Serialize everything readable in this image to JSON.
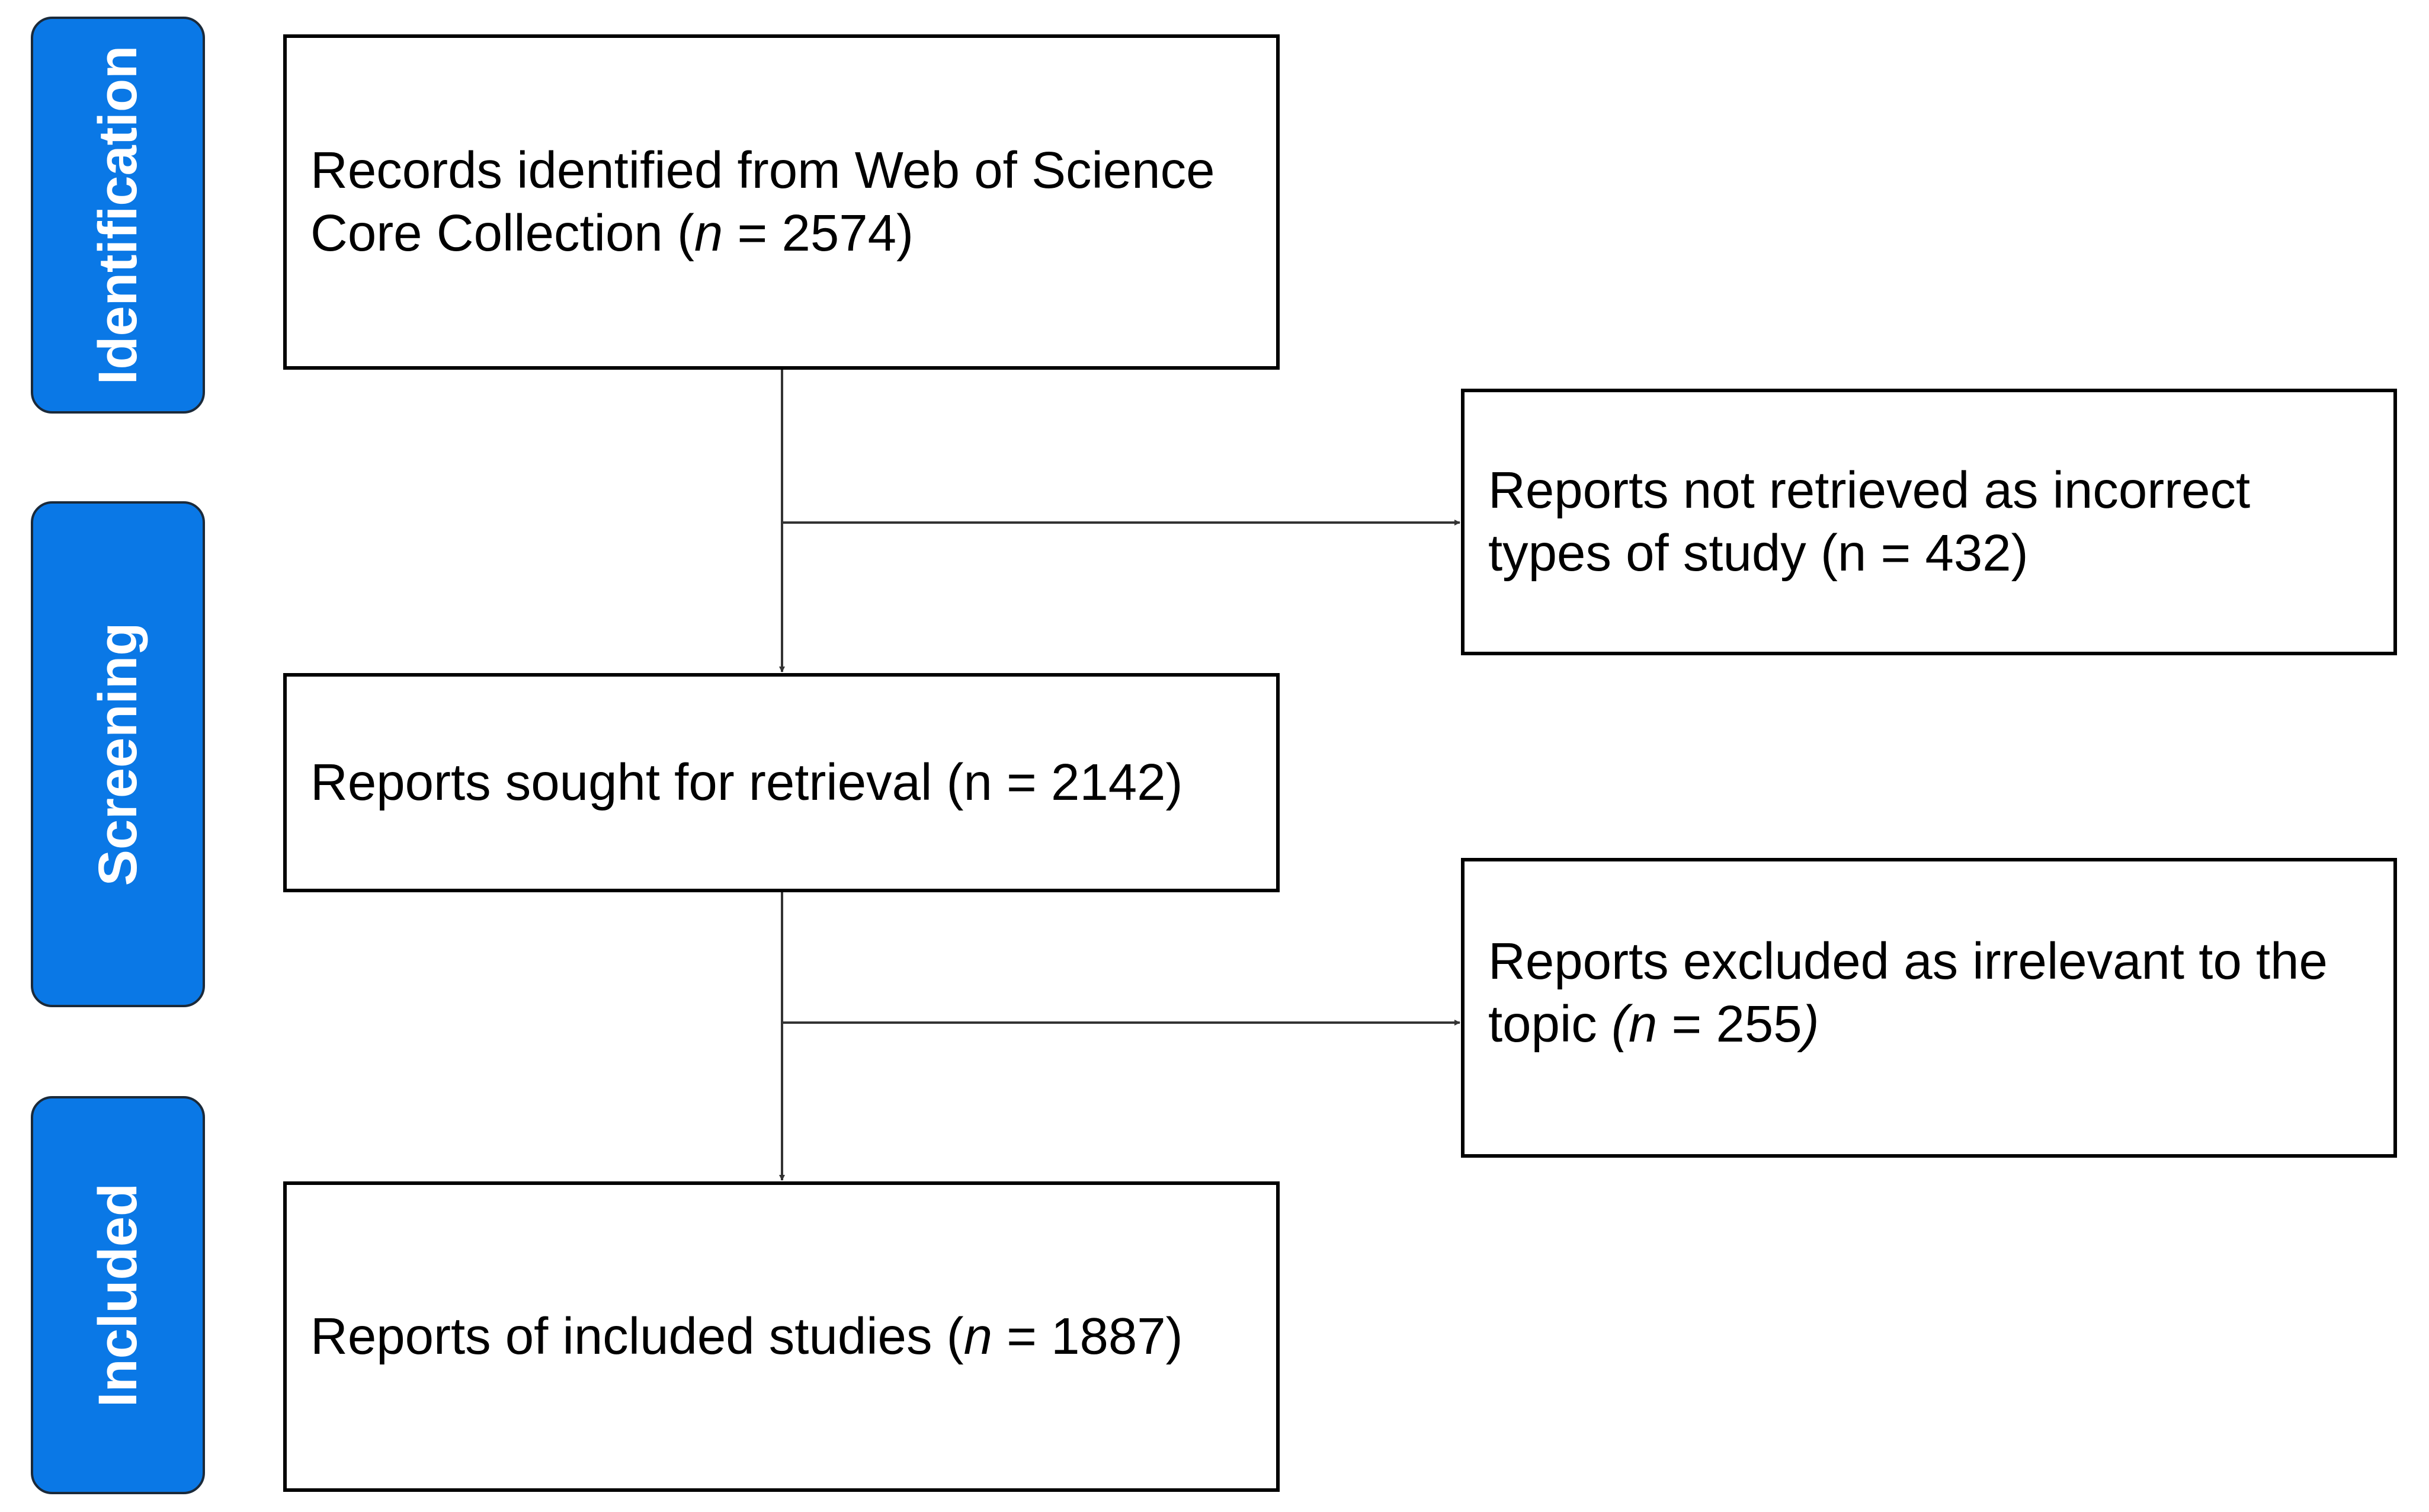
{
  "phases": {
    "identification": "Identification",
    "screening": "Screening",
    "included": "Included"
  },
  "boxes": {
    "records_identified": {
      "line1": "Records identified from Web of Science",
      "line2_prefix": "Core Collection (",
      "n_symbol": "n",
      "line2_suffix": " = 2574)"
    },
    "not_retrieved": {
      "line1": "Reports not retrieved as incorrect",
      "line2": "types of study (n = 432)"
    },
    "sought_for_retrieval": {
      "text": "Reports sought for retrieval (n = 2142)"
    },
    "excluded": {
      "line1": "Reports excluded as irrelevant to the",
      "line2_prefix": "topic ",
      "n_open": "(n",
      "line2_mid": " = 255",
      "close": ")"
    },
    "included_studies": {
      "prefix": "Reports of included studies (",
      "n_symbol": "n",
      "suffix": " = 1887)"
    }
  },
  "colors": {
    "phase_fill": "#0a78e6",
    "phase_text": "#ffffff",
    "box_border": "#000000",
    "connector": "#333333"
  }
}
